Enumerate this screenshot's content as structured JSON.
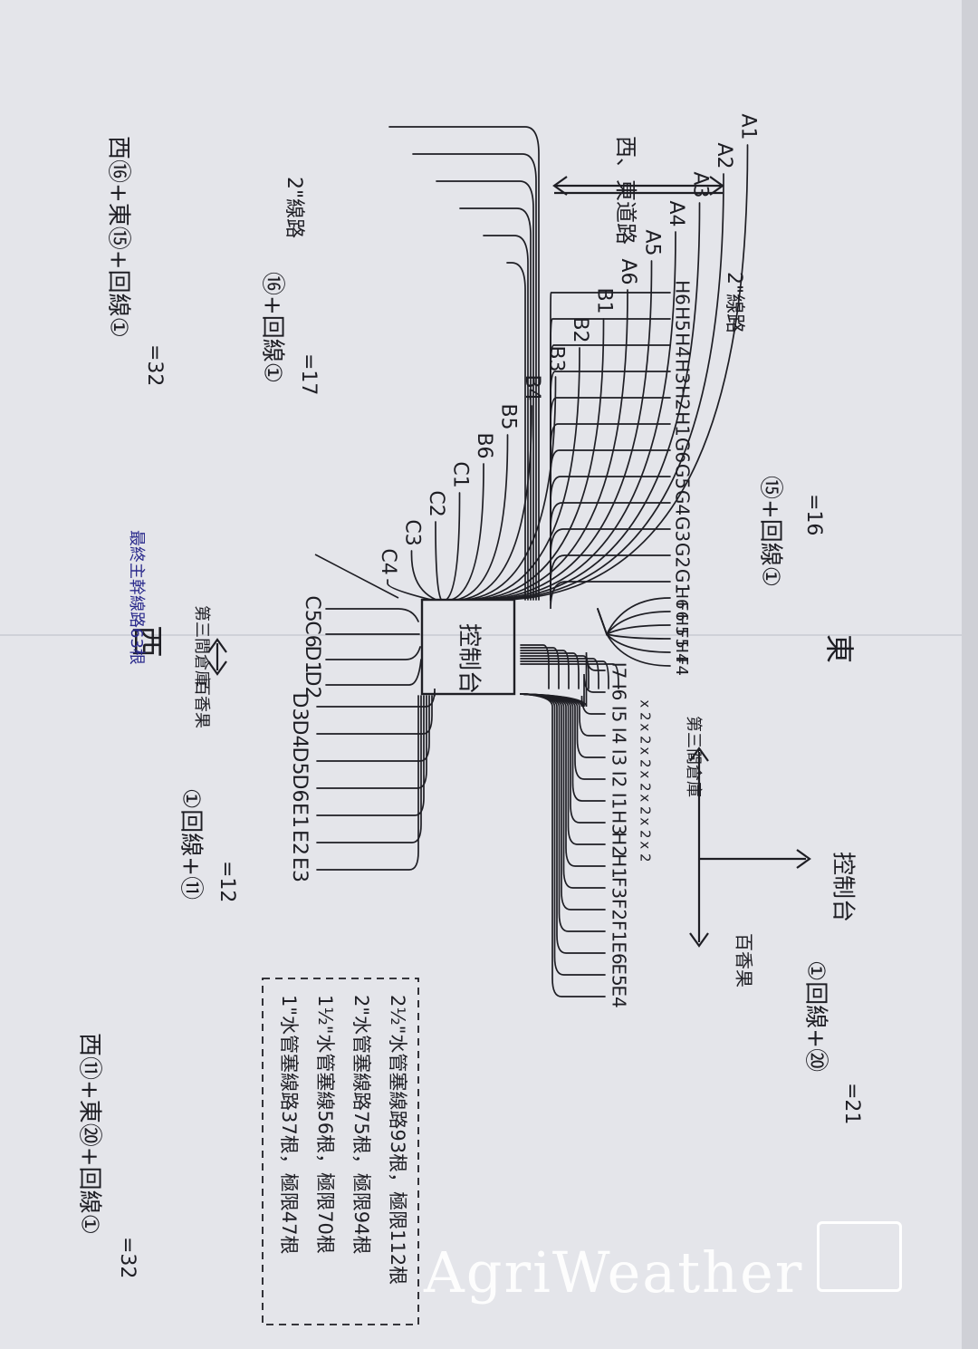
{
  "watermark": "AgriWeather",
  "colors": {
    "ink": "#1e1e24",
    "annotation_blue": "#2a2a8c",
    "paper": "#e4e5ea"
  },
  "labels_A": [
    "A1",
    "A2",
    "A3",
    "A4",
    "A5",
    "A6"
  ],
  "labels_B": [
    "B1",
    "B2",
    "B3",
    "B4",
    "B5",
    "B6"
  ],
  "labels_C_top": [
    "C1",
    "C2",
    "C3",
    "C4"
  ],
  "labels_C_mid": [
    "C5",
    "C6"
  ],
  "labels_D_mid": [
    "D1",
    "D2"
  ],
  "labels_D_lower": [
    "D3",
    "D4",
    "D5",
    "D6"
  ],
  "labels_E_upper": [
    "E1",
    "E2",
    "E3"
  ],
  "labels_E_lower": [
    "E4",
    "E5",
    "E6"
  ],
  "labels_F": [
    "F1",
    "F2",
    "F3"
  ],
  "labels_H_low": [
    "H1",
    "H2",
    "H3"
  ],
  "labels_I": [
    "I1",
    "I2",
    "I3",
    "I4",
    "I5",
    "I6",
    "I7"
  ],
  "labels_x2": [
    "x 2",
    "x 2",
    "x 2",
    "x 2",
    "x 2",
    "x 2",
    "x 2"
  ],
  "labels_G": [
    "G1",
    "G2",
    "G3",
    "G4",
    "G5",
    "G6"
  ],
  "labels_H_top": [
    "H1",
    "H2",
    "H3",
    "H4",
    "H5",
    "H6"
  ],
  "labels_east_bottom": [
    "F4",
    "H4",
    "F5",
    "H5",
    "F6",
    "H6"
  ],
  "text": {
    "control_box": "控制台",
    "control_arrow": "控制台",
    "west": "西",
    "east": "東",
    "road": "西、東道路",
    "line2_a": "2\"線路",
    "line2_b": "2\"線路",
    "final_main": "最終主幹線路63根",
    "warehouse_3a": "第三間倉庫",
    "warehouse_3b": "第三間倉庫",
    "bxg_a": "百香果",
    "bxg_b": "百香果",
    "eq_west_top": "西⑯+東⑮+回線①",
    "eq_west_top_total": "=32",
    "eq_16": "⑯+回線①",
    "eq_16_total": "=17",
    "eq_15": "⑮+回線①",
    "eq_15_total": "=16",
    "eq_11": "①回線+⑪",
    "eq_11_total": "=12",
    "eq_20": "①回線+⑳",
    "eq_20_total": "=21",
    "eq_west_bottom": "西⑪+東⑳+回線①",
    "eq_west_bottom_total": "=32"
  },
  "legend": [
    "1\"水管塞線路37根，極限47根",
    "1½\"水管塞線56根，極限70根",
    "2\"水管塞線路75根，極限94根",
    "2½\"水管塞線路93根，極限112根"
  ]
}
